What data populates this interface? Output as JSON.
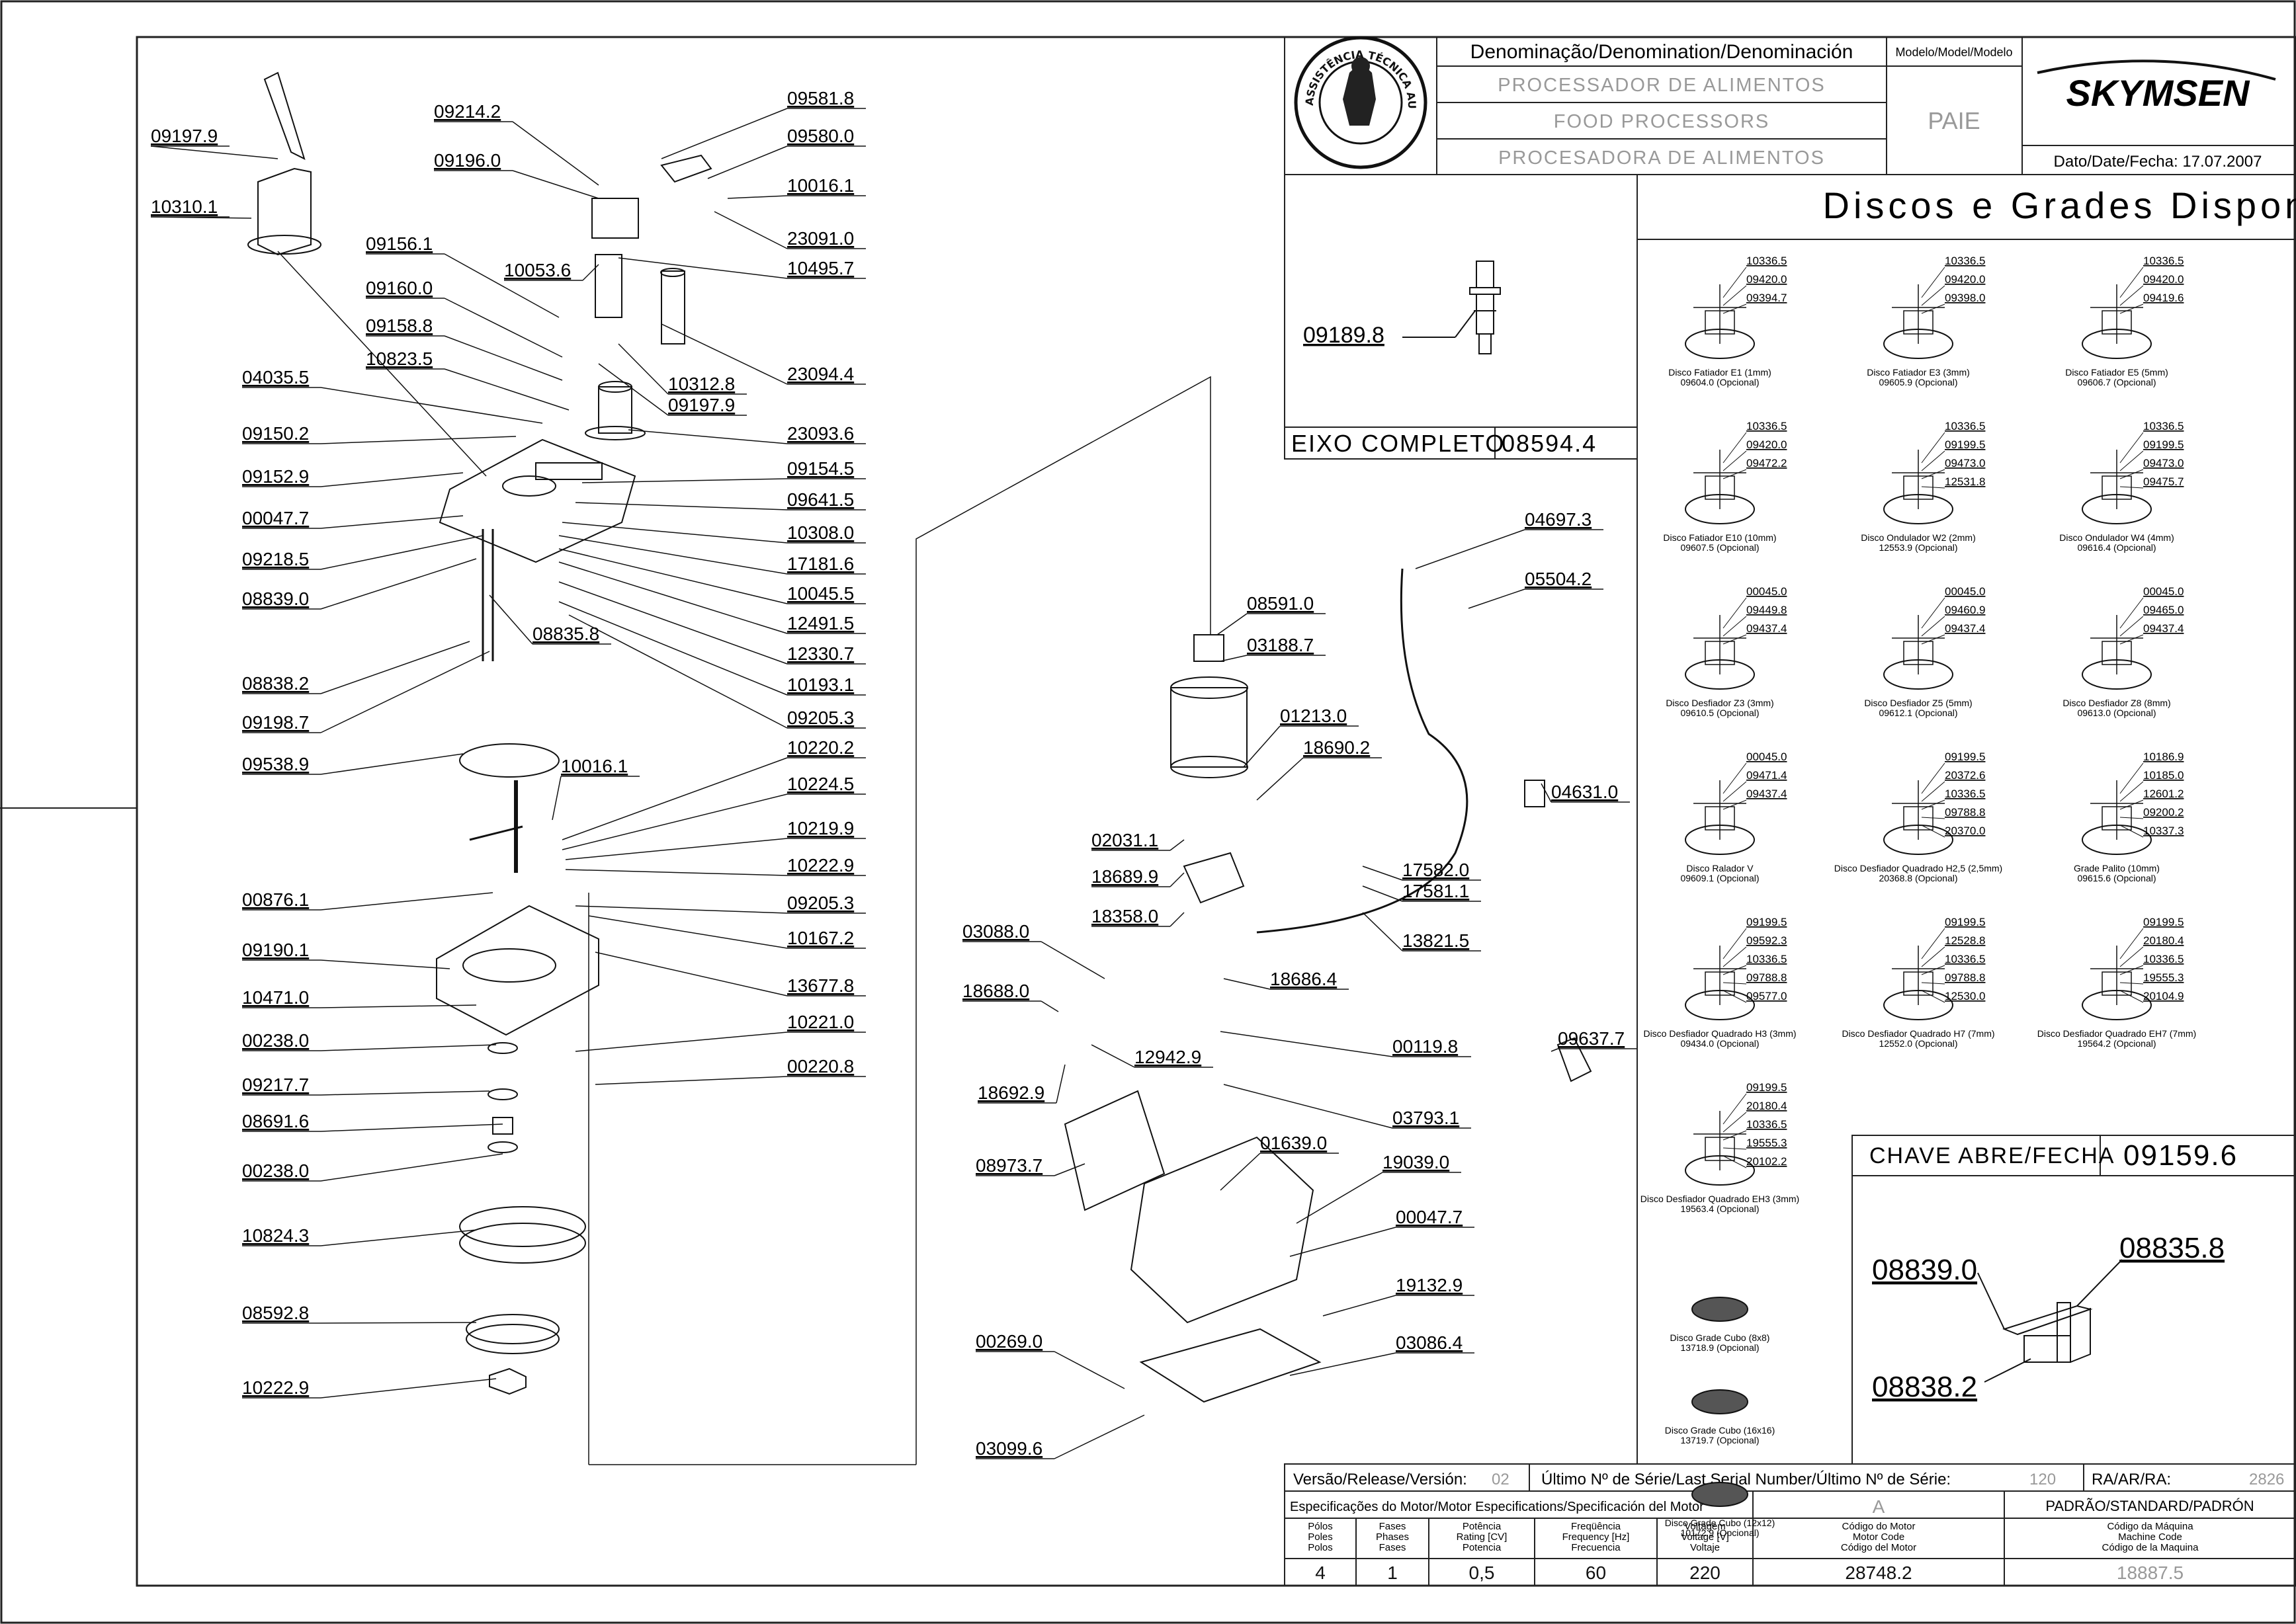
{
  "title_block": {
    "denomination_label": "Denominação/Denomination/Denominación",
    "model_label": "Modelo/Model/Modelo",
    "names": [
      "PROCESSADOR DE ALIMENTOS",
      "FOOD PROCESSORS",
      "PROCESADORA DE ALIMENTOS"
    ],
    "model": "PAIE",
    "brand": "SKYMSEN",
    "date": "Dato/Date/Fecha: 17.07.2007",
    "seal_text": "ASSISTÊNCIA TÉCNICA AUTORIZADA"
  },
  "discs_title": "Discos e Grades Disponíveis",
  "axle": {
    "label": "EIXO COMPLETO",
    "code": "08594.4",
    "part": "09189.8"
  },
  "switch": {
    "label": "CHAVE ABRE/FECHA",
    "code": "09159.6",
    "parts": [
      "08839.0",
      "08835.8",
      "08838.2"
    ]
  },
  "left_parts": [
    "09197.9",
    "10310.1",
    "09214.2",
    "09196.0",
    "09581.8",
    "09580.0",
    "10016.1",
    "23091.0",
    "10053.6",
    "10495.7",
    "09156.1",
    "09160.0",
    "09158.8",
    "10823.5",
    "23094.4",
    "10312.8",
    "09197.9",
    "04035.5",
    "09150.2",
    "23093.6",
    "09152.9",
    "09154.5",
    "09641.5",
    "00047.7",
    "10308.0",
    "09218.5",
    "17181.6",
    "08839.0",
    "10045.5",
    "12491.5",
    "08835.8",
    "12330.7",
    "08838.2",
    "10193.1",
    "09198.7",
    "09205.3",
    "09538.9",
    "10016.1",
    "10220.2",
    "10224.5",
    "10219.9",
    "10222.9",
    "00876.1",
    "09205.3",
    "10167.2",
    "09190.1",
    "13677.8",
    "10471.0",
    "10221.0",
    "00238.0",
    "00220.8",
    "09217.7",
    "08691.6",
    "00238.0",
    "10824.3",
    "08592.8",
    "10222.9"
  ],
  "center_parts": [
    "04697.3",
    "05504.2",
    "08591.0",
    "03188.7",
    "01213.0",
    "18690.2",
    "04631.0",
    "02031.1",
    "18689.9",
    "17582.0",
    "17581.1",
    "18358.0",
    "13821.5",
    "03088.0",
    "18686.4",
    "18688.0",
    "12942.9",
    "00119.8",
    "09637.7",
    "18692.9",
    "03793.1",
    "08973.7",
    "01639.0",
    "19039.0",
    "00047.7",
    "19132.9",
    "00269.0",
    "03086.4",
    "03099.6"
  ],
  "discs": [
    {
      "name": "Disco Fatiador E1 (1mm)",
      "code": "09604.0 (Opcional)",
      "parts": [
        "10336.5",
        "09420.0",
        "09394.7"
      ]
    },
    {
      "name": "Disco Fatiador E3 (3mm)",
      "code": "09605.9 (Opcional)",
      "parts": [
        "10336.5",
        "09420.0",
        "09398.0"
      ]
    },
    {
      "name": "Disco Fatiador E5 (5mm)",
      "code": "09606.7 (Opcional)",
      "parts": [
        "10336.5",
        "09420.0",
        "09419.6"
      ]
    },
    {
      "name": "Disco Fatiador E10 (10mm)",
      "code": "09607.5 (Opcional)",
      "parts": [
        "10336.5",
        "09420.0",
        "09472.2"
      ]
    },
    {
      "name": "Disco Ondulador W2 (2mm)",
      "code": "12553.9 (Opcional)",
      "parts": [
        "10336.5",
        "09199.5",
        "09473.0",
        "12531.8"
      ]
    },
    {
      "name": "Disco Ondulador W4 (4mm)",
      "code": "09616.4 (Opcional)",
      "parts": [
        "10336.5",
        "09199.5",
        "09473.0",
        "09475.7"
      ]
    },
    {
      "name": "Disco Desfiador Z3 (3mm)",
      "code": "09610.5 (Opcional)",
      "parts": [
        "00045.0",
        "09449.8",
        "09437.4"
      ]
    },
    {
      "name": "Disco Desfiador Z5 (5mm)",
      "code": "09612.1 (Opcional)",
      "parts": [
        "00045.0",
        "09460.9",
        "09437.4"
      ]
    },
    {
      "name": "Disco Desfiador Z8 (8mm)",
      "code": "09613.0 (Opcional)",
      "parts": [
        "00045.0",
        "09465.0",
        "09437.4"
      ]
    },
    {
      "name": "Disco Ralador V",
      "code": "09609.1 (Opcional)",
      "parts": [
        "00045.0",
        "09471.4",
        "09437.4"
      ]
    },
    {
      "name": "Disco Desfiador Quadrado H2,5 (2,5mm)",
      "code": "20368.8 (Opcional)",
      "parts": [
        "09199.5",
        "20372.6",
        "10336.5",
        "09788.8",
        "20370.0"
      ]
    },
    {
      "name": "Grade Palito (10mm)",
      "code": "09615.6 (Opcional)",
      "parts": [
        "10186.9",
        "10185.0",
        "12601.2",
        "09200.2",
        "10337.3"
      ]
    },
    {
      "name": "Disco Desfiador Quadrado H3 (3mm)",
      "code": "09434.0 (Opcional)",
      "parts": [
        "09199.5",
        "09592.3",
        "10336.5",
        "09788.8",
        "09577.0"
      ]
    },
    {
      "name": "Disco Desfiador Quadrado H7 (7mm)",
      "code": "12552.0 (Opcional)",
      "parts": [
        "09199.5",
        "12528.8",
        "10336.5",
        "09788.8",
        "12530.0"
      ]
    },
    {
      "name": "Disco Desfiador Quadrado EH7 (7mm)",
      "code": "19564.2 (Opcional)",
      "parts": [
        "09199.5",
        "20180.4",
        "10336.5",
        "19555.3",
        "20104.9"
      ]
    },
    {
      "name": "Disco Desfiador Quadrado EH3 (3mm)",
      "code": "19563.4 (Opcional)",
      "parts": [
        "09199.5",
        "20180.4",
        "10336.5",
        "19555.3",
        "20102.2"
      ]
    },
    {
      "name": "Disco Grade Cubo (8x8)",
      "code": "13718.9 (Opcional)",
      "parts": []
    },
    {
      "name": "Disco Grade Cubo (16x16)",
      "code": "13719.7 (Opcional)",
      "parts": []
    },
    {
      "name": "Disco Grade Cubo (12x12)",
      "code": "10172.9 (Opcional)",
      "parts": []
    }
  ],
  "footer": {
    "version_label": "Versão/Release/Versión:",
    "version": "02",
    "serial_label": "Último Nº de Série/Last Serial Number/Último Nº de Série:",
    "serial": "120",
    "ra_label": "RA/AR/RA:",
    "ra": "2826",
    "motor_spec_label": "Especificações do Motor/Motor Especifications/Specificación del Motor",
    "revision": "A",
    "standard": "PADRÃO/STANDARD/PADRÓN",
    "columns": [
      {
        "h1": "Pólos",
        "h2": "Poles",
        "h3": "Polos",
        "v": "4"
      },
      {
        "h1": "Fases",
        "h2": "Phases",
        "h3": "Fases",
        "v": "1"
      },
      {
        "h1": "Potência",
        "h2": "Rating [CV]",
        "h3": "Potencia",
        "v": "0,5"
      },
      {
        "h1": "Freqüência",
        "h2": "Frequency [Hz]",
        "h3": "Frecuencia",
        "v": "60"
      },
      {
        "h1": "Voltagem",
        "h2": "Voltage [V]",
        "h3": "Voltaje",
        "v": "220"
      },
      {
        "h1": "Código do Motor",
        "h2": "Motor Code",
        "h3": "Código del Motor",
        "v": "28748.2"
      },
      {
        "h1": "Código da Máquina",
        "h2": "Machine Code",
        "h3": "Código de la Maquina",
        "v": "18887.5"
      }
    ]
  },
  "colors": {
    "line": "#111111",
    "faint": "#9a9a9a",
    "frame": "#222222"
  }
}
